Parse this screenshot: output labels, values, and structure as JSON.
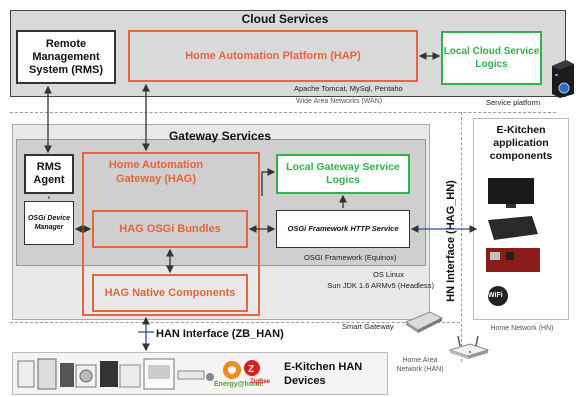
{
  "cloud": {
    "title": "Cloud Services",
    "rms": "Remote Management System (RMS)",
    "hap": "Home Automation Platform (HAP)",
    "hap_sub": "Apache Tomcat, MySql, Pentaho",
    "local_cloud": "Local Cloud Service Logics",
    "wan": "Wide Area Networks (WAN)",
    "service_platform": "Service platform"
  },
  "gateway": {
    "title": "Gateway Services",
    "rms_agent": "RMS Agent",
    "osgi_device_manager": "OSGi Device Manager",
    "hag": "Home Automation Gateway (HAG)",
    "hag_bundles": "HAG OSGi Bundles",
    "hag_native": "HAG Native Components",
    "local_gateway": "Local Gateway Service Logics",
    "osgi_http": "OSGi Framework HTTP Service",
    "osgi_equinox": "OSGI Framework (Equinox)",
    "os_linux": "OS Linux",
    "jdk": "Sun JDK 1.6 ARMv5 (Headless)",
    "smart_gateway": "Smart Gateway"
  },
  "han": {
    "interface": "HAN Interface (ZB_HAN)",
    "devices": "E-Kitchen HAN Devices",
    "network": "Home Area Network (HAN)",
    "energy_logo": "Energy@home",
    "zigbee_logo": "ZigBee"
  },
  "hn": {
    "interface": "HN Interface (HAG_HN)",
    "components_title": "E-Kitchen application components",
    "network": "Home Network (HN)",
    "wifi_logo": "WiFi"
  },
  "colors": {
    "orange": "#e8643a",
    "green": "#2fb24a",
    "grey_box": "#d9d9d9",
    "dark_box": "#bfbfbf"
  }
}
